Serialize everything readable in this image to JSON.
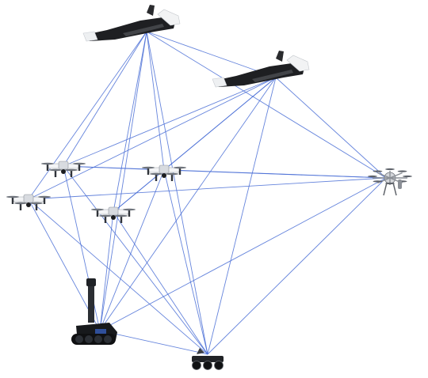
{
  "diagram": {
    "link_color": "#4a6fd6",
    "nodes": [
      {
        "id": "fixed-wing-1",
        "kind": "fixed-wing"
      },
      {
        "id": "fixed-wing-2",
        "kind": "fixed-wing"
      },
      {
        "id": "quadcopter-1",
        "kind": "quadcopter"
      },
      {
        "id": "quadcopter-2",
        "kind": "quadcopter"
      },
      {
        "id": "quadcopter-3",
        "kind": "quadcopter"
      },
      {
        "id": "quadcopter-4",
        "kind": "quadcopter"
      },
      {
        "id": "octocopter-1",
        "kind": "octocopter"
      },
      {
        "id": "ground-robot-1",
        "kind": "ground-robot-mast"
      },
      {
        "id": "ground-robot-2",
        "kind": "ground-robot-tracked"
      }
    ],
    "links": [
      [
        "fixed-wing-1",
        "fixed-wing-2"
      ],
      [
        "fixed-wing-1",
        "quadcopter-1"
      ],
      [
        "fixed-wing-1",
        "quadcopter-2"
      ],
      [
        "fixed-wing-1",
        "quadcopter-3"
      ],
      [
        "fixed-wing-1",
        "quadcopter-4"
      ],
      [
        "fixed-wing-1",
        "octocopter-1"
      ],
      [
        "fixed-wing-1",
        "ground-robot-1"
      ],
      [
        "fixed-wing-1",
        "ground-robot-2"
      ],
      [
        "fixed-wing-2",
        "quadcopter-1"
      ],
      [
        "fixed-wing-2",
        "quadcopter-2"
      ],
      [
        "fixed-wing-2",
        "quadcopter-3"
      ],
      [
        "fixed-wing-2",
        "quadcopter-4"
      ],
      [
        "fixed-wing-2",
        "octocopter-1"
      ],
      [
        "fixed-wing-2",
        "ground-robot-1"
      ],
      [
        "fixed-wing-2",
        "ground-robot-2"
      ],
      [
        "quadcopter-1",
        "quadcopter-2"
      ],
      [
        "quadcopter-1",
        "octocopter-1"
      ],
      [
        "quadcopter-1",
        "ground-robot-1"
      ],
      [
        "quadcopter-1",
        "ground-robot-2"
      ],
      [
        "quadcopter-2",
        "octocopter-1"
      ],
      [
        "quadcopter-2",
        "ground-robot-1"
      ],
      [
        "quadcopter-2",
        "ground-robot-2"
      ],
      [
        "quadcopter-3",
        "octocopter-1"
      ],
      [
        "quadcopter-3",
        "ground-robot-1"
      ],
      [
        "quadcopter-3",
        "ground-robot-2"
      ],
      [
        "quadcopter-4",
        "ground-robot-1"
      ],
      [
        "quadcopter-4",
        "ground-robot-2"
      ],
      [
        "quadcopter-4",
        "quadcopter-2"
      ],
      [
        "octocopter-1",
        "ground-robot-1"
      ],
      [
        "octocopter-1",
        "ground-robot-2"
      ],
      [
        "ground-robot-1",
        "ground-robot-2"
      ]
    ]
  }
}
